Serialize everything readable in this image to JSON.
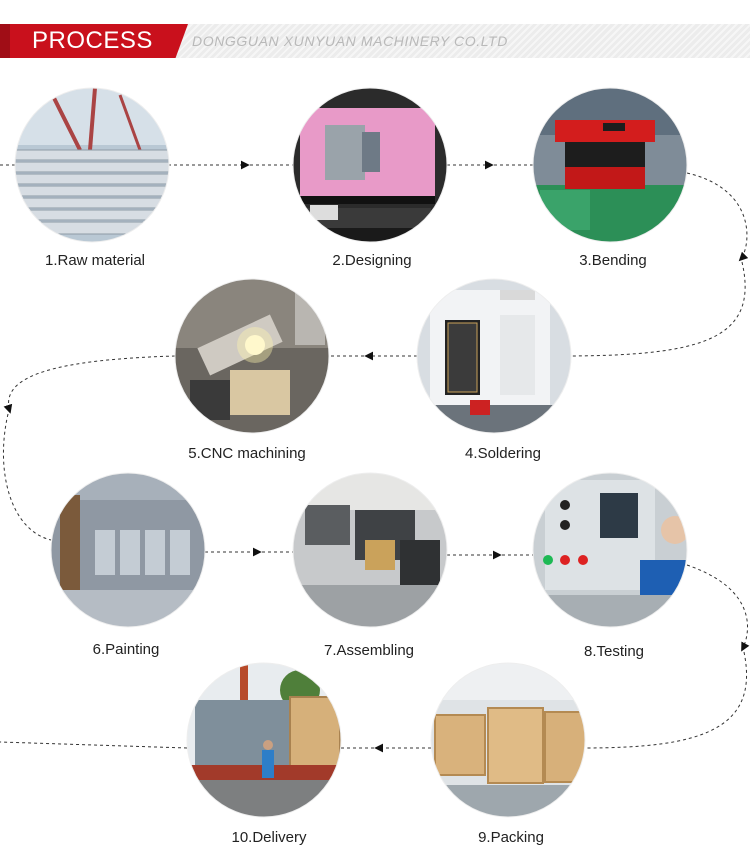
{
  "header": {
    "title": "PROCESS",
    "company": "DONGGUAN XUNYUAN MACHINERY CO.LTD",
    "accent_color": "#c9101c"
  },
  "steps": [
    {
      "label": "1.Raw material",
      "photo": "steel-pipes-photo"
    },
    {
      "label": "2.Designing",
      "photo": "cad-monitor-photo"
    },
    {
      "label": "3.Bending",
      "photo": "press-brake-photo"
    },
    {
      "label": "4.Soldering",
      "photo": "cnc-machine-photo"
    },
    {
      "label": "5.CNC machining",
      "photo": "welding-photo"
    },
    {
      "label": "6.Painting",
      "photo": "paint-booth-photo"
    },
    {
      "label": "7.Assembling",
      "photo": "assembly-line-photo"
    },
    {
      "label": "8.Testing",
      "photo": "control-panel-photo"
    },
    {
      "label": "9.Packing",
      "photo": "wooden-crates-photo"
    },
    {
      "label": "10.Delivery",
      "photo": "truck-loading-photo"
    }
  ]
}
